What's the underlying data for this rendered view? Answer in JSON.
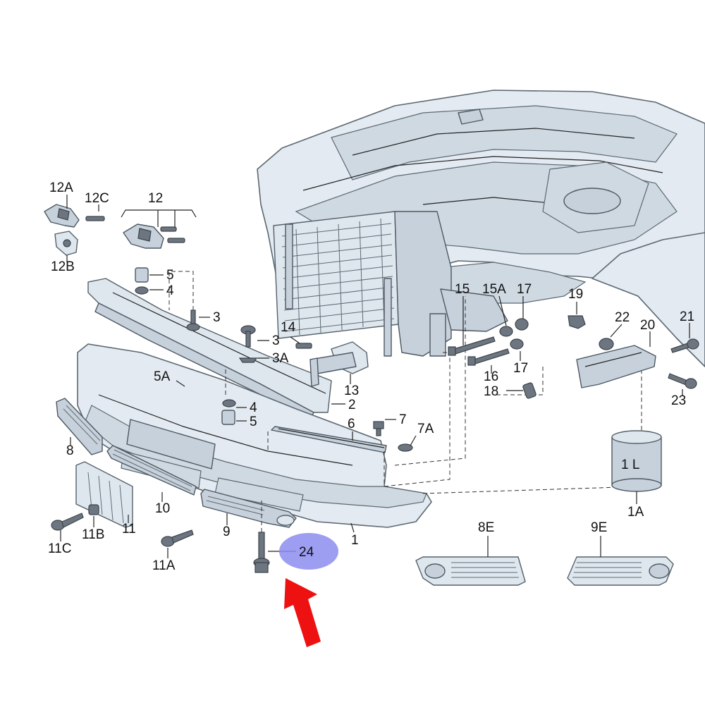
{
  "labels": {
    "l12A": "12A",
    "l12C": "12C",
    "l12": "12",
    "l12B": "12B",
    "l5top": "5",
    "l4top": "4",
    "l3": "3",
    "l14": "14",
    "l3b": "3",
    "l3A": "3A",
    "l13": "13",
    "l5A": "5A",
    "l2": "2",
    "l4bot": "4",
    "l5bot": "5",
    "l6": "6",
    "l7": "7",
    "l7A": "7A",
    "l8": "8",
    "l10": "10",
    "l11": "11",
    "l11B": "11B",
    "l11C": "11C",
    "l11A": "11A",
    "l9": "9",
    "l1": "1",
    "l24": "24",
    "l15": "15",
    "l15A": "15A",
    "l17a": "17",
    "l16": "16",
    "l17b": "17",
    "l18": "18",
    "l19": "19",
    "l22": "22",
    "l20": "20",
    "l21": "21",
    "l23": "23",
    "l1L": "1 L",
    "l1A": "1A",
    "l8E": "8E",
    "l9E": "9E"
  },
  "colors": {
    "highlight": "#8c8cf0",
    "arrow": "#ee1111",
    "part_fill": "#dfe7ee",
    "outline": "#55606a"
  }
}
